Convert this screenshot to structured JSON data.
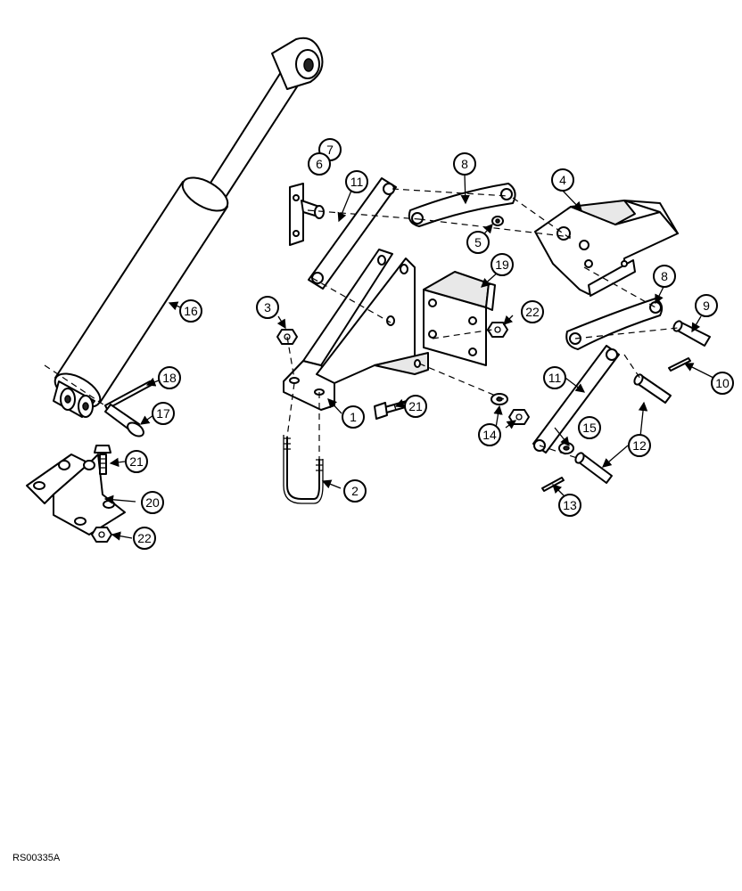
{
  "figure_code": "RS00335A",
  "callouts": [
    "1",
    "2",
    "3",
    "4",
    "5",
    "6",
    "7",
    "8",
    "8",
    "9",
    "10",
    "11",
    "11",
    "12",
    "13",
    "14",
    "15",
    "16",
    "17",
    "18",
    "19",
    "20",
    "21",
    "21",
    "22",
    "22"
  ]
}
